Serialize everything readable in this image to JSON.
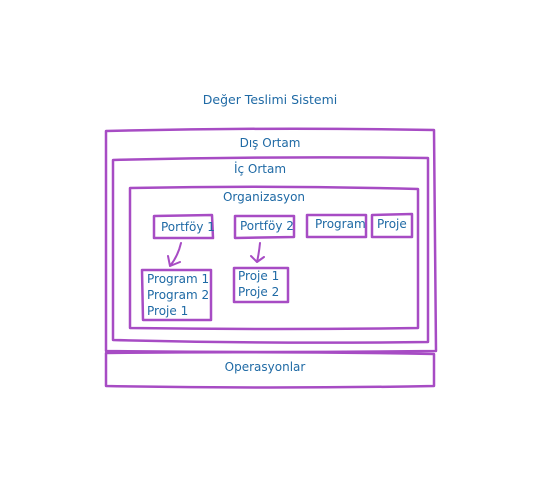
{
  "diagram": {
    "title": "Değer Teslimi Sistemi",
    "outer": {
      "label": "Dış Ortam"
    },
    "inner": {
      "label": "İç Ortam"
    },
    "organization": {
      "label": "Organizasyon"
    },
    "portfolio1": {
      "label": "Portföy 1",
      "items": [
        "Program 1",
        "Program 2",
        "Proje 1"
      ]
    },
    "portfolio2": {
      "label": "Portföy 2",
      "items": [
        "Proje 1",
        "Proje 2"
      ]
    },
    "program": {
      "label": "Program"
    },
    "project": {
      "label": "Proje"
    },
    "operations": {
      "label": "Operasyonlar"
    }
  },
  "colors": {
    "stroke": "#a74cc4",
    "text": "#1f6aa5",
    "background": "#ffffff"
  }
}
